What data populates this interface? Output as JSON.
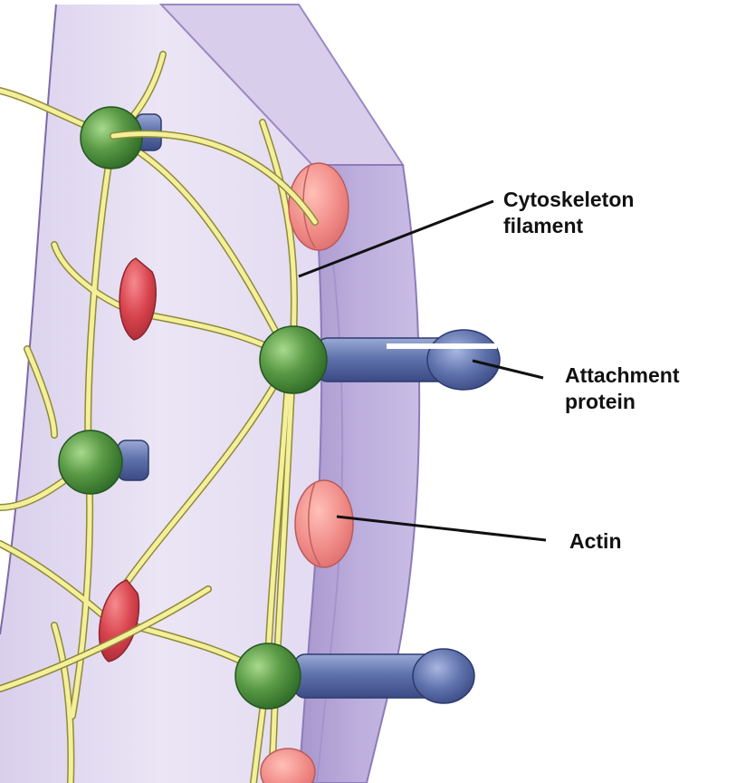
{
  "labels": {
    "cytoskeleton": {
      "line1": "Cytoskeleton",
      "line2": "filament"
    },
    "attachment": {
      "line1": "Attachment",
      "line2": "protein"
    },
    "actin": {
      "line1": "Actin"
    }
  },
  "colors": {
    "membrane_face": "#e8e1f3",
    "membrane_edge": "#b7a7d8",
    "filament": "#f4f09a",
    "green_protein": "#5a9a45",
    "red_protein": "#d9454e",
    "pink_protein": "#f08a86",
    "blue_protein": "#5a6fa8"
  }
}
